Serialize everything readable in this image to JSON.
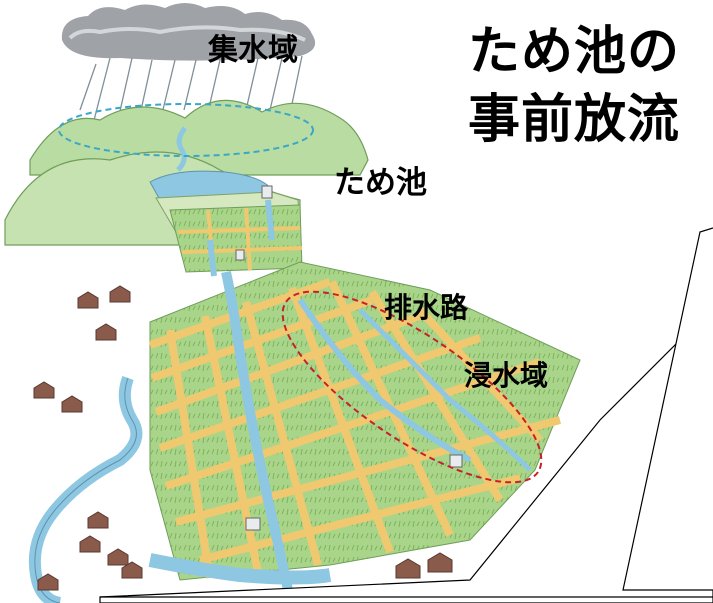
{
  "title": {
    "line1": "ため池の",
    "line2": "事前放流"
  },
  "labels": {
    "catchment": "集水域",
    "pond": "ため池",
    "drainage": "排水路",
    "flood_area": "浸水域"
  },
  "colors": {
    "catchment_outline": "#3aa6c8",
    "flood_outline": "#c8202a",
    "field_green": "#9ccc78",
    "path_yellow": "#f0c870",
    "water_blue": "#8ec7e2",
    "hill_green": "#a8d490"
  }
}
